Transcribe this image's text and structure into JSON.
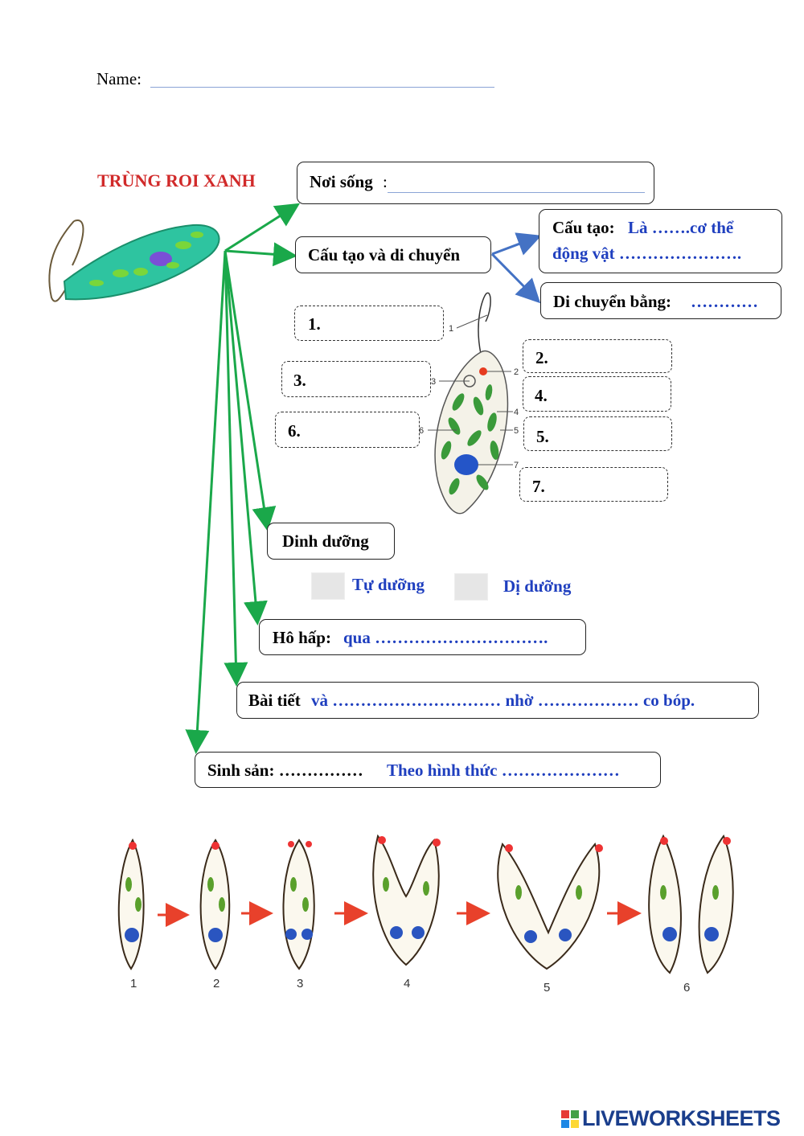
{
  "name_label": "Name:",
  "title": "TRÙNG ROI XANH",
  "noi_song": {
    "label": "Nơi sống",
    "colon": ":"
  },
  "cau_tao_di_chuyen": "Cấu tạo và di chuyển",
  "cau_tao": {
    "label": "Cấu tạo:",
    "blue1": "Là …….cơ thể",
    "blue2": "động vật …………………."
  },
  "di_chuyen": {
    "label": "Di chuyển bằng:",
    "blue": "…………"
  },
  "parts": [
    "1.",
    "2.",
    "3.",
    "4.",
    "5.",
    "6.",
    "7."
  ],
  "diagram_numbers": [
    "1",
    "2",
    "3",
    "4",
    "5",
    "6",
    "7"
  ],
  "dinh_duong": "Dinh dưỡng",
  "options": [
    "Tự dưỡng",
    "Dị dưỡng"
  ],
  "ho_hap": {
    "label": "Hô hấp:",
    "blue": "qua …………………………."
  },
  "bai_tiet": {
    "label": "Bài tiết",
    "blue": "và ………………………… nhờ ……………… co bóp."
  },
  "sinh_san": {
    "label": "Sinh sản: ……………",
    "blue": "Theo hình thức …………………"
  },
  "stage_numbers": [
    "1",
    "2",
    "3",
    "4",
    "5",
    "6"
  ],
  "brand": "LIVEWORKSHEETS"
}
